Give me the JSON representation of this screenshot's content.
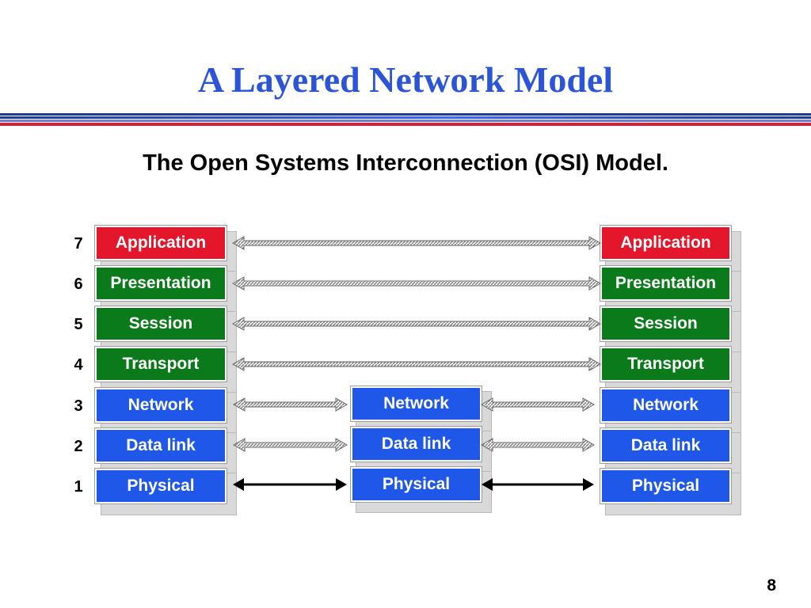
{
  "slide": {
    "title": "A Layered Network Model",
    "subtitle": "The Open Systems Interconnection (OSI) Model.",
    "page_number": "8"
  },
  "colors": {
    "title": "#2b55d6",
    "application_layer": "#e4162b",
    "upper_layers": "#0b7a1a",
    "lower_layers": "#1f57e8"
  },
  "layer_numbers": [
    "7",
    "6",
    "5",
    "4",
    "3",
    "2",
    "1"
  ],
  "left_stack": {
    "layers": [
      "Application",
      "Presentation",
      "Session",
      "Transport",
      "Network",
      "Data link",
      "Physical"
    ]
  },
  "middle_stack": {
    "layers": [
      "Network",
      "Data link",
      "Physical"
    ]
  },
  "right_stack": {
    "layers": [
      "Application",
      "Presentation",
      "Session",
      "Transport",
      "Network",
      "Data link",
      "Physical"
    ]
  },
  "connections": {
    "peer_protocol_arrows": "hatched",
    "physical_link_arrows": "solid"
  }
}
